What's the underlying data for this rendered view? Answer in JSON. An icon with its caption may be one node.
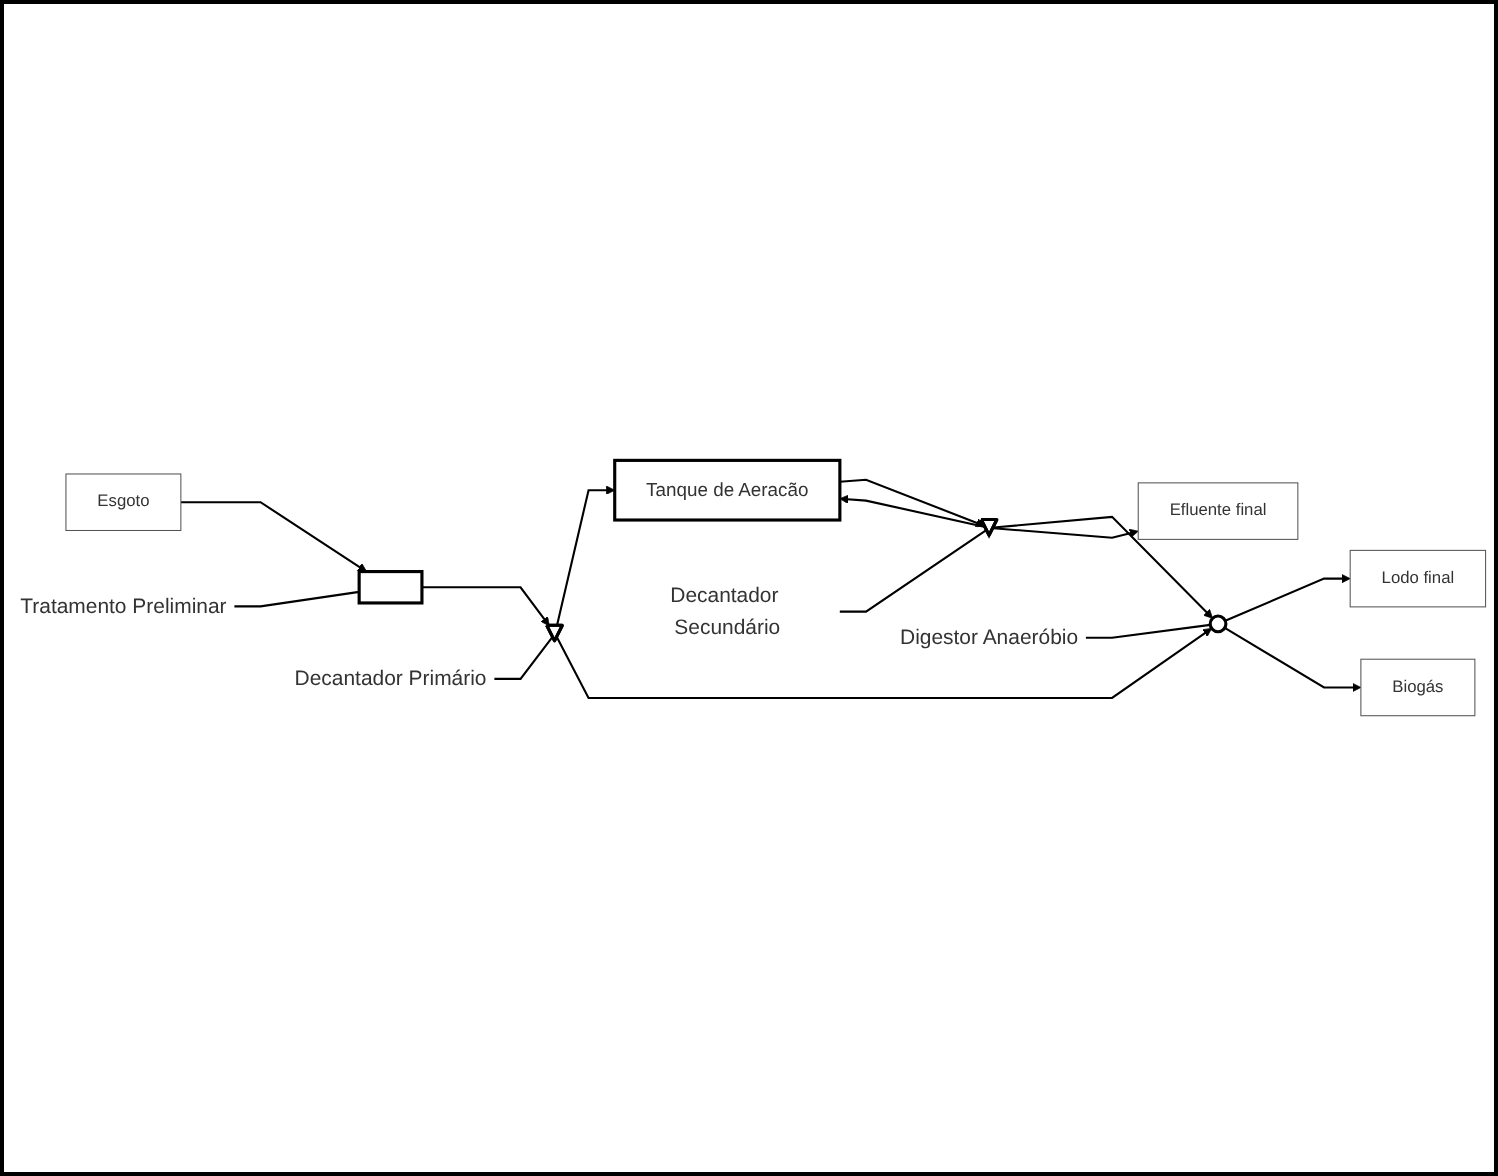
{
  "diagram": {
    "nodes": [
      {
        "text": [
          "Esgoto"
        ]
      },
      {
        "text": [
          "Tratamento Preliminar"
        ]
      },
      {
        "text": [],
        "shape": "box"
      },
      {
        "text": [
          "Decantador Primário"
        ]
      },
      {
        "text": [],
        "shape": "triangle"
      },
      {
        "text": [
          "Tanque de Aeracão"
        ]
      },
      {
        "text": [],
        "shape": "triangle"
      },
      {
        "text": [
          "Decantador Secundário"
        ]
      },
      {
        "text": [],
        "shape": "ellipse"
      },
      {
        "text": [
          "Digestor Anaeróbio"
        ]
      },
      {
        "text": [
          "Lodo final"
        ]
      },
      {
        "text": [
          "Biogás"
        ]
      },
      {
        "text": [
          "Efluente final"
        ]
      }
    ],
    "edges": [
      {
        "from": 0,
        "to": 2,
        "arrow": "to"
      },
      {
        "from": 1,
        "to": 2,
        "arrow": "none"
      },
      {
        "from": 2,
        "to": 4,
        "arrow": "to"
      },
      {
        "from": 3,
        "to": 4,
        "arrow": "none"
      },
      {
        "from": 4,
        "to": 5,
        "arrow": "to"
      },
      {
        "from": 4,
        "to": 8,
        "arrow": "to"
      },
      {
        "from": 5,
        "to": 6,
        "arrow": "to"
      },
      {
        "from": 6,
        "to": 8,
        "arrow": "to"
      },
      {
        "from": 6,
        "to": 5,
        "arrow": "to"
      },
      {
        "from": 6,
        "to": 12,
        "arrow": "to"
      },
      {
        "from": 7,
        "to": 6,
        "arrow": "none"
      },
      {
        "from": 8,
        "to": 10,
        "arrow": "to"
      },
      {
        "from": 8,
        "to": 11,
        "arrow": "to"
      },
      {
        "from": 9,
        "to": 8,
        "arrow": "none"
      }
    ]
  }
}
